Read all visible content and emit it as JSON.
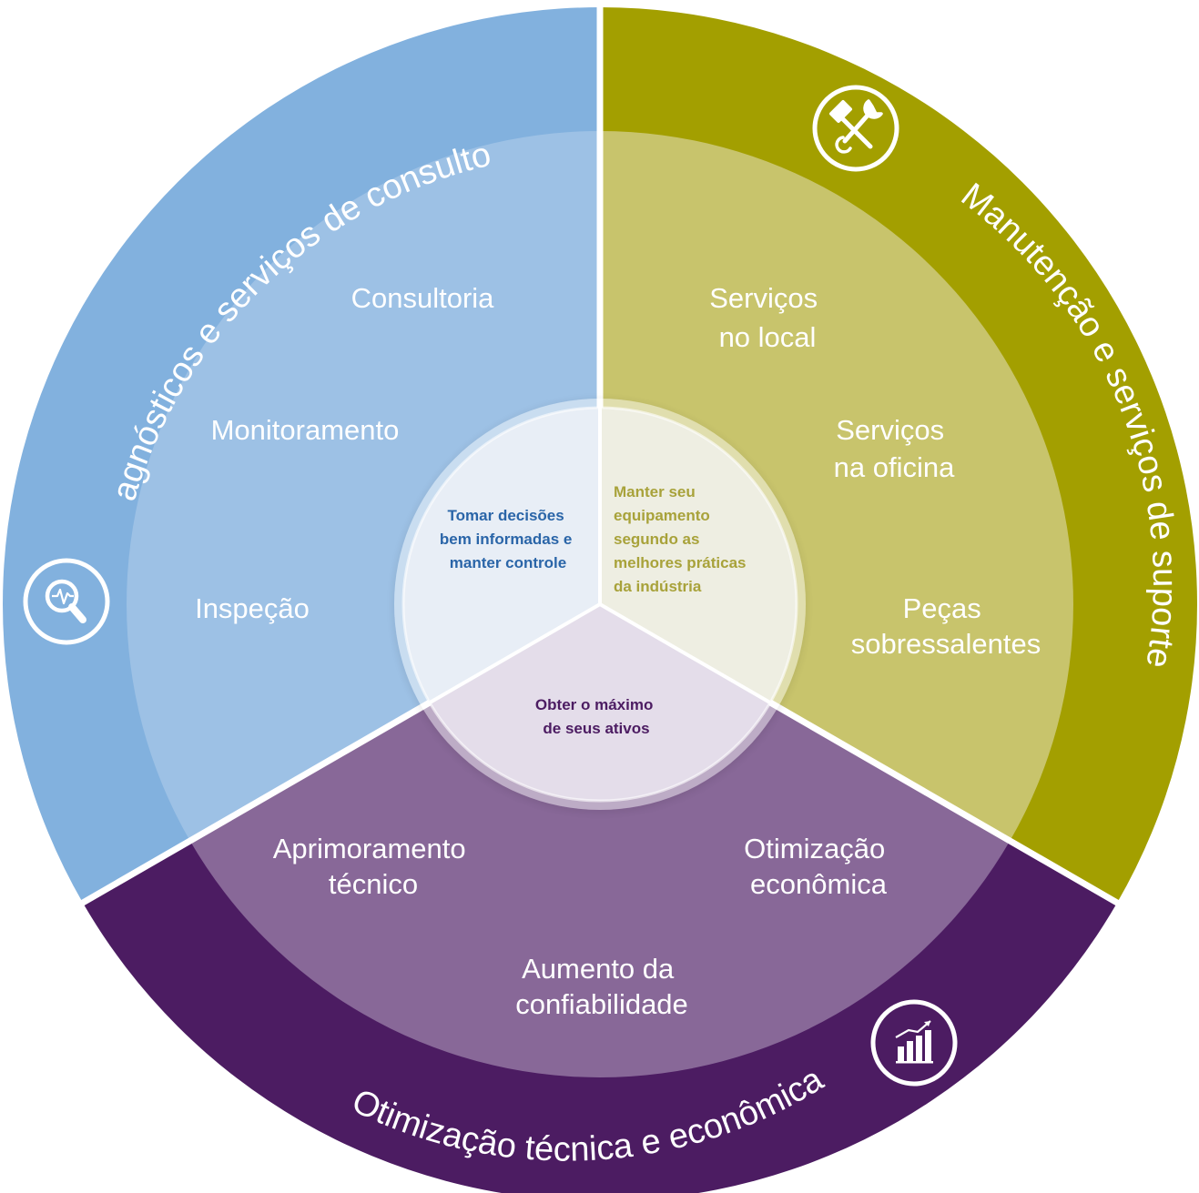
{
  "colors": {
    "blue_outer": "#82B1DE",
    "blue_inner": "#9DC1E5",
    "olive_outer": "#A39F00",
    "olive_inner": "#C8C46C",
    "purple_outer": "#4C1C62",
    "purple_inner": "#886898",
    "center_blue_text": "#2A65A8",
    "center_olive_text": "#A8A23A",
    "center_purple_text": "#4C1C62"
  },
  "segments": {
    "diagnostics": {
      "title": "Diagnósticos e serviços de consultoria",
      "icon": "magnifier-pulse-icon",
      "items": [
        {
          "lines": [
            "Consultoria"
          ]
        },
        {
          "lines": [
            "Monitoramento"
          ]
        },
        {
          "lines": [
            "Inspeção"
          ]
        }
      ],
      "center_lines": [
        "Tomar decisões",
        "bem informadas e",
        "manter controle"
      ]
    },
    "maintenance": {
      "title": "Manutenção e serviços de suporte",
      "icon": "tools-icon",
      "items": [
        {
          "lines": [
            "Serviços",
            "no local"
          ]
        },
        {
          "lines": [
            "Serviços",
            "na oficina"
          ]
        },
        {
          "lines": [
            "Peças",
            "sobressalentes"
          ]
        }
      ],
      "center_lines": [
        "Manter seu",
        "equipamento",
        "segundo as",
        "melhores práticas",
        "da indústria"
      ]
    },
    "optimization": {
      "title": "Otimização técnica e econômica",
      "icon": "bar-chart-growth-icon",
      "items": [
        {
          "lines": [
            "Aprimoramento",
            "técnico"
          ]
        },
        {
          "lines": [
            "Otimização",
            "econômica"
          ]
        },
        {
          "lines": [
            "Aumento da",
            "confiabilidade"
          ]
        }
      ],
      "center_lines": [
        "Obter o máximo",
        "de seus ativos"
      ]
    }
  }
}
